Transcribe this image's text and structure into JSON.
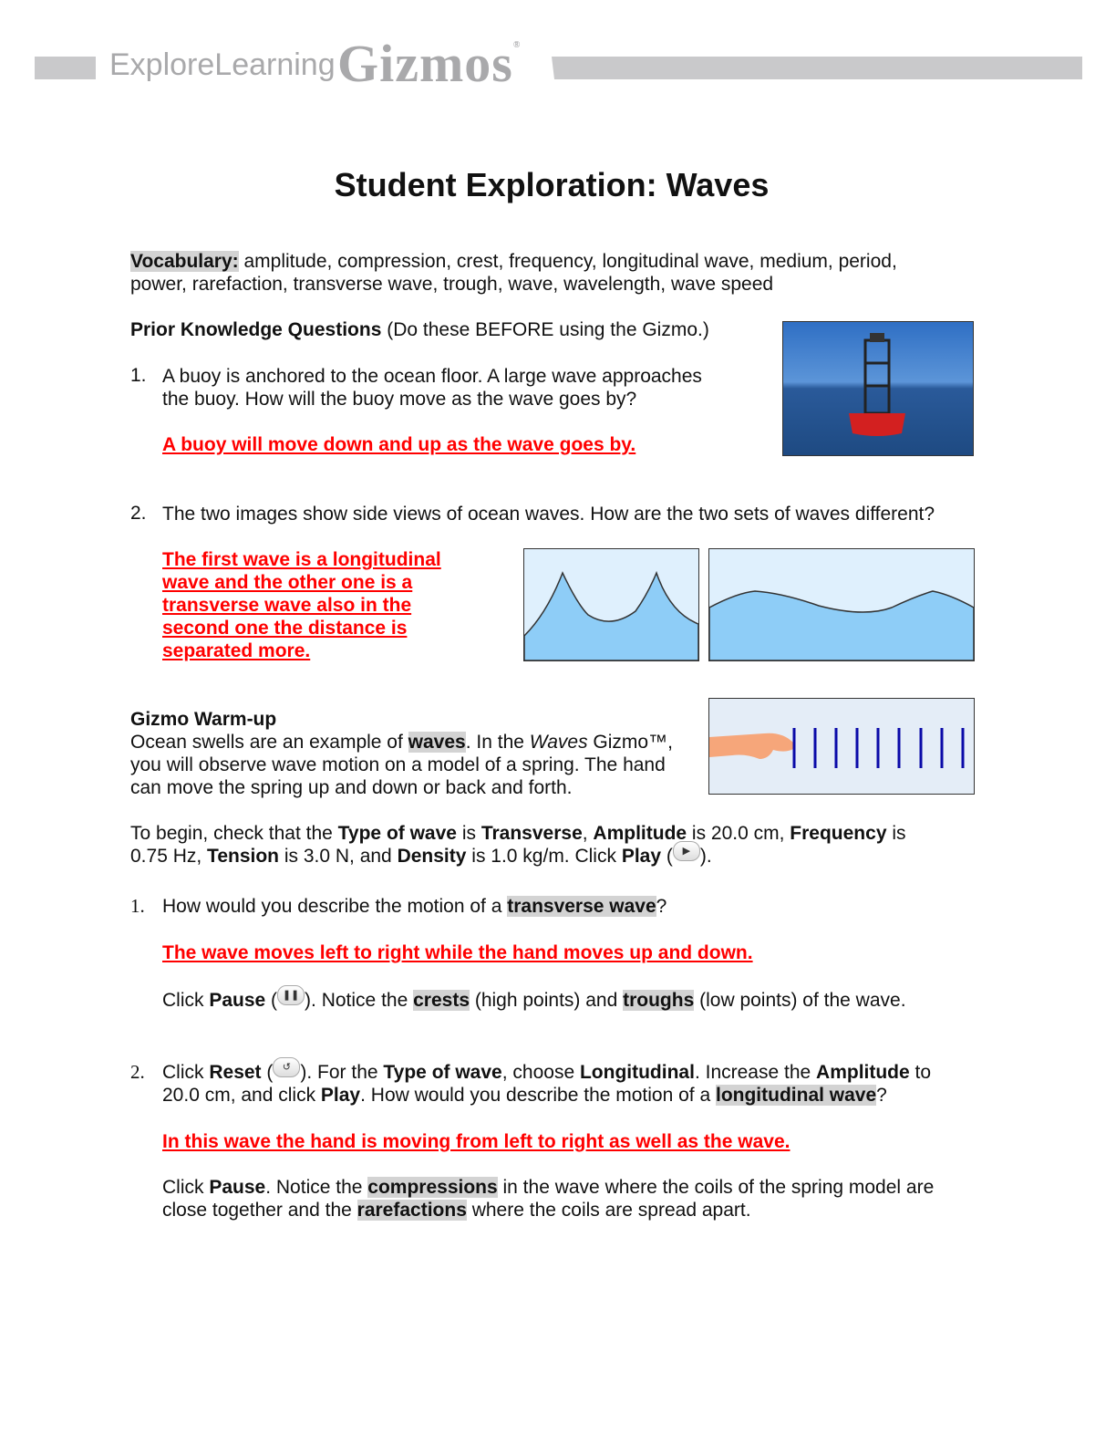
{
  "header": {
    "logo_small": "ExploreLearning",
    "logo_big": "Gizmos",
    "registered": "®"
  },
  "title": "Student Exploration: Waves",
  "vocab": [
    [
      {
        "t": "Vocabulary:",
        "b": 1,
        "h": 1
      },
      {
        "t": " amplitude, compression, crest, frequency, longitudinal wave, medium, period,"
      }
    ],
    [
      {
        "t": "power, rarefaction, transverse wave, trough, wave, wavelength, wave speed"
      }
    ]
  ],
  "prior": [
    [
      {
        "t": "Prior Knowledge Questions",
        "b": 1
      },
      {
        "t": " (Do these BEFORE using the Gizmo.)"
      }
    ]
  ],
  "numbers": {
    "n1": "1.",
    "n2": "2."
  },
  "pq1": [
    [
      {
        "t": "A buoy is anchored to the ocean floor. A large wave approaches"
      }
    ],
    [
      {
        "t": "the buoy. How will the buoy move as the wave goes by?"
      }
    ]
  ],
  "pq1_answer": [
    [
      {
        "t": "A buoy will move down and up as the wave goes by.",
        "r": 1
      }
    ]
  ],
  "pq2": [
    [
      {
        "t": "The two images show side views of ocean waves. How are the two sets of waves different?"
      }
    ]
  ],
  "pq2_answer": [
    [
      {
        "t": "The first wave is a longitudinal",
        "r": 1
      }
    ],
    [
      {
        "t": "wave and the other one is a",
        "r": 1
      }
    ],
    [
      {
        "t": "transverse wave also in the",
        "r": 1
      }
    ],
    [
      {
        "t": "second one the distance is",
        "r": 1
      }
    ],
    [
      {
        "t": "separated more. ",
        "r": 1
      }
    ]
  ],
  "warmup": [
    [
      {
        "t": "Gizmo Warm-up",
        "b": 1
      }
    ],
    [
      {
        "t": "Ocean swells are an example of "
      },
      {
        "t": "waves",
        "b": 1,
        "h": 1
      },
      {
        "t": ". In the "
      },
      {
        "t": "Waves",
        "i": 1
      },
      {
        "t": " Gizmo™,"
      }
    ],
    [
      {
        "t": "you will observe wave motion on a model of a spring. The hand"
      }
    ],
    [
      {
        "t": "can move the spring up and down or back and forth."
      }
    ]
  ],
  "begin": [
    [
      {
        "t": "To begin, check that the "
      },
      {
        "t": "Type of wave",
        "b": 1
      },
      {
        "t": " is "
      },
      {
        "t": "Transverse",
        "b": 1
      },
      {
        "t": ", "
      },
      {
        "t": "Amplitude",
        "b": 1
      },
      {
        "t": " is 20.0 cm, "
      },
      {
        "t": "Frequency",
        "b": 1
      },
      {
        "t": " is"
      }
    ],
    [
      {
        "t": "0.75 Hz, "
      },
      {
        "t": "Tension",
        "b": 1
      },
      {
        "t": " is 3.0 N, and "
      },
      {
        "t": "Density",
        "b": 1
      },
      {
        "t": " is 1.0 kg/m. Click "
      },
      {
        "t": "Play",
        "b": 1
      },
      {
        "t": " ("
      },
      {
        "icon": "play-icon",
        "g": "▶"
      },
      {
        "t": ")."
      }
    ]
  ],
  "wq1": [
    [
      {
        "t": "How would you describe the motion of a "
      },
      {
        "t": "transverse wave",
        "b": 1,
        "h": 1
      },
      {
        "t": "?"
      }
    ]
  ],
  "wq1_answer": [
    [
      {
        "t": "The wave moves left to right while the hand moves up and down.",
        "r": 1
      }
    ]
  ],
  "wq1_pause": [
    [
      {
        "t": "Click "
      },
      {
        "t": "Pause",
        "b": 1
      },
      {
        "t": " ("
      },
      {
        "icon": "pause-icon",
        "g": "❚❚"
      },
      {
        "t": "). Notice the "
      },
      {
        "t": "crests",
        "b": 1,
        "h": 1
      },
      {
        "t": " (high points) and "
      },
      {
        "t": "troughs",
        "b": 1,
        "h": 1
      },
      {
        "t": " (low points) of the wave."
      }
    ]
  ],
  "wq2": [
    [
      {
        "t": "Click "
      },
      {
        "t": "Reset",
        "b": 1
      },
      {
        "t": " ("
      },
      {
        "icon": "reset-icon",
        "g": "↺"
      },
      {
        "t": "). For the "
      },
      {
        "t": "Type of wave",
        "b": 1
      },
      {
        "t": ", choose "
      },
      {
        "t": "Longitudinal",
        "b": 1
      },
      {
        "t": ". Increase the "
      },
      {
        "t": "Amplitude",
        "b": 1
      },
      {
        "t": " to"
      }
    ],
    [
      {
        "t": "20.0 cm, and click "
      },
      {
        "t": "Play",
        "b": 1
      },
      {
        "t": ". How would you describe the motion of a "
      },
      {
        "t": "longitudinal wave",
        "b": 1,
        "h": 1
      },
      {
        "t": "?"
      }
    ]
  ],
  "wq2_answer": [
    [
      {
        "t": "In this wave the hand is moving from left to right as well as the wave. ",
        "r": 1
      }
    ]
  ],
  "wq2_pause": [
    [
      {
        "t": "Click "
      },
      {
        "t": "Pause",
        "b": 1
      },
      {
        "t": ". Notice the "
      },
      {
        "t": "compressions",
        "b": 1,
        "h": 1
      },
      {
        "t": " in the wave where the coils of the spring model are"
      }
    ],
    [
      {
        "t": "close together and the "
      },
      {
        "t": "rarefactions",
        "b": 1,
        "h": 1
      },
      {
        "t": " where the coils are spread apart."
      }
    ]
  ]
}
